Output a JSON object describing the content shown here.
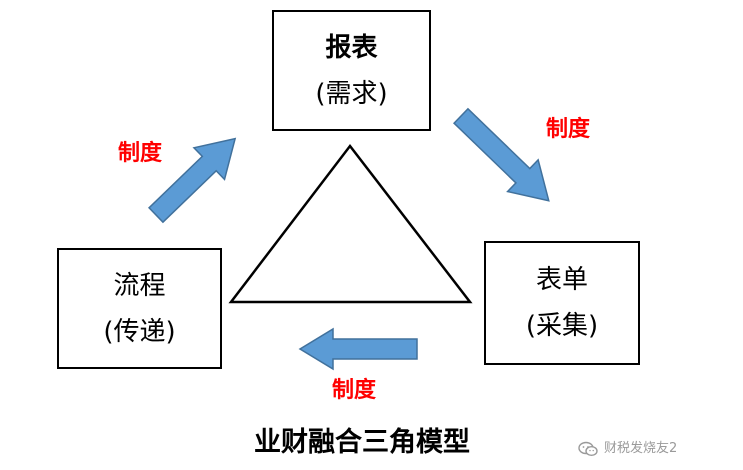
{
  "nodes": {
    "top": {
      "line1": "报表",
      "line2": "(需求)"
    },
    "left": {
      "line1": "流程",
      "line2": "(传递)"
    },
    "right": {
      "line1": "表单",
      "line2": "(采集)"
    }
  },
  "arrow_labels": {
    "left": "制度",
    "right": "制度",
    "bottom": "制度"
  },
  "title": "业财融合三角模型",
  "watermark": {
    "text": "财税发烧友2",
    "icon": "wechat-icon"
  },
  "colors": {
    "arrow_fill": "#5b9bd5",
    "arrow_stroke": "#41719c",
    "label": "#ff0000",
    "border": "#000000"
  }
}
